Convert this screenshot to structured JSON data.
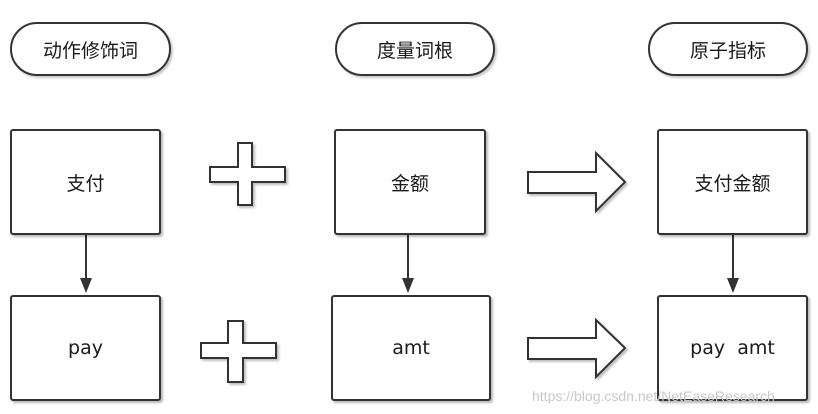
{
  "headers": {
    "action": "动作修饰词",
    "measure": "度量词根",
    "atomic": "原子指标"
  },
  "row1": {
    "action": "支付",
    "measure": "金额",
    "atomic": "支付金额"
  },
  "row2": {
    "action": "pay",
    "measure": "amt",
    "atomic": "pay  amt"
  },
  "watermark": "https://blog.csdn.net/NetEaseResearch"
}
